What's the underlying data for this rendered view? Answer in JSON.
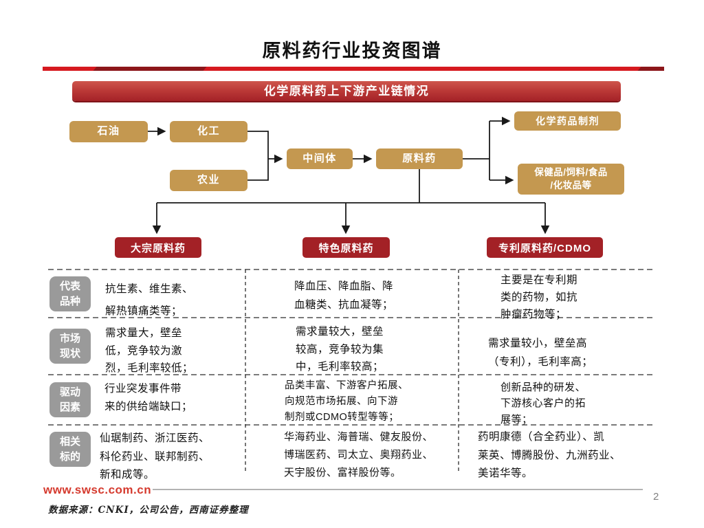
{
  "header": {
    "title": "原料药行业投资图谱"
  },
  "banner": {
    "label": "化学原料药上下游产业链情况"
  },
  "flow": {
    "oil": "石油",
    "chemical": "化工",
    "agriculture": "农业",
    "intermediate": "中间体",
    "api": "原料药",
    "formulation": "化学药品制剂",
    "healthcare": "保健品/饲料/食品\n/化妆品等",
    "categories": {
      "bulk": "大宗原料药",
      "specialty": "特色原料药",
      "patent": "专利原料药/CDMO"
    }
  },
  "table": {
    "rows": [
      {
        "label": "代表\n品种",
        "bulk": "抗生素、维生素、\n解热镇痛类等；",
        "specialty": "降血压、降血脂、降\n血糖类、抗血凝等；",
        "patent": "主要是在专利期\n类的药物，如抗\n肿瘤药物等；"
      },
      {
        "label": "市场\n现状",
        "bulk": "需求量大，壁垒\n低，竞争较为激\n烈，毛利率较低；",
        "specialty": "需求量较大，壁垒\n较高，竞争较为集\n中，毛利率较高；",
        "patent": "需求量较小，壁垒高\n（专利），毛利率高；"
      },
      {
        "label": "驱动\n因素",
        "bulk": "行业突发事件带\n来的供给端缺口；",
        "specialty": "品类丰富、下游客户拓展、\n向规范市场拓展、向下游\n制剂或CDMO转型等等；",
        "patent": "创新品种的研发、\n下游核心客户的拓\n展等；"
      },
      {
        "label": "相关\n标的",
        "bulk": "仙琚制药、浙江医药、\n科伦药业、联邦制药、\n新和成等。",
        "specialty": "华海药业、海普瑞、健友股份、\n博瑞医药、司太立、奥翔药业、\n天宇股份、富祥股份等。",
        "patent": "药明康德（合全药业）、凯\n莱英、博腾股份、九洲药业、\n美诺华等。"
      }
    ]
  },
  "footer": {
    "website": "www.swsc.com.cn",
    "source": "数据来源：CNKI，公司公告，西南证券整理",
    "page": "2"
  },
  "colors": {
    "gold_node": "#C49850",
    "dark_red_node": "#A32126",
    "banner_top": "#CE564C",
    "banner_bottom": "#A42227",
    "divider_red": "#D6191F",
    "divider_dark": "#8C161A",
    "gray_label": "#9A9A9A",
    "website_red": "#D53A2E"
  }
}
